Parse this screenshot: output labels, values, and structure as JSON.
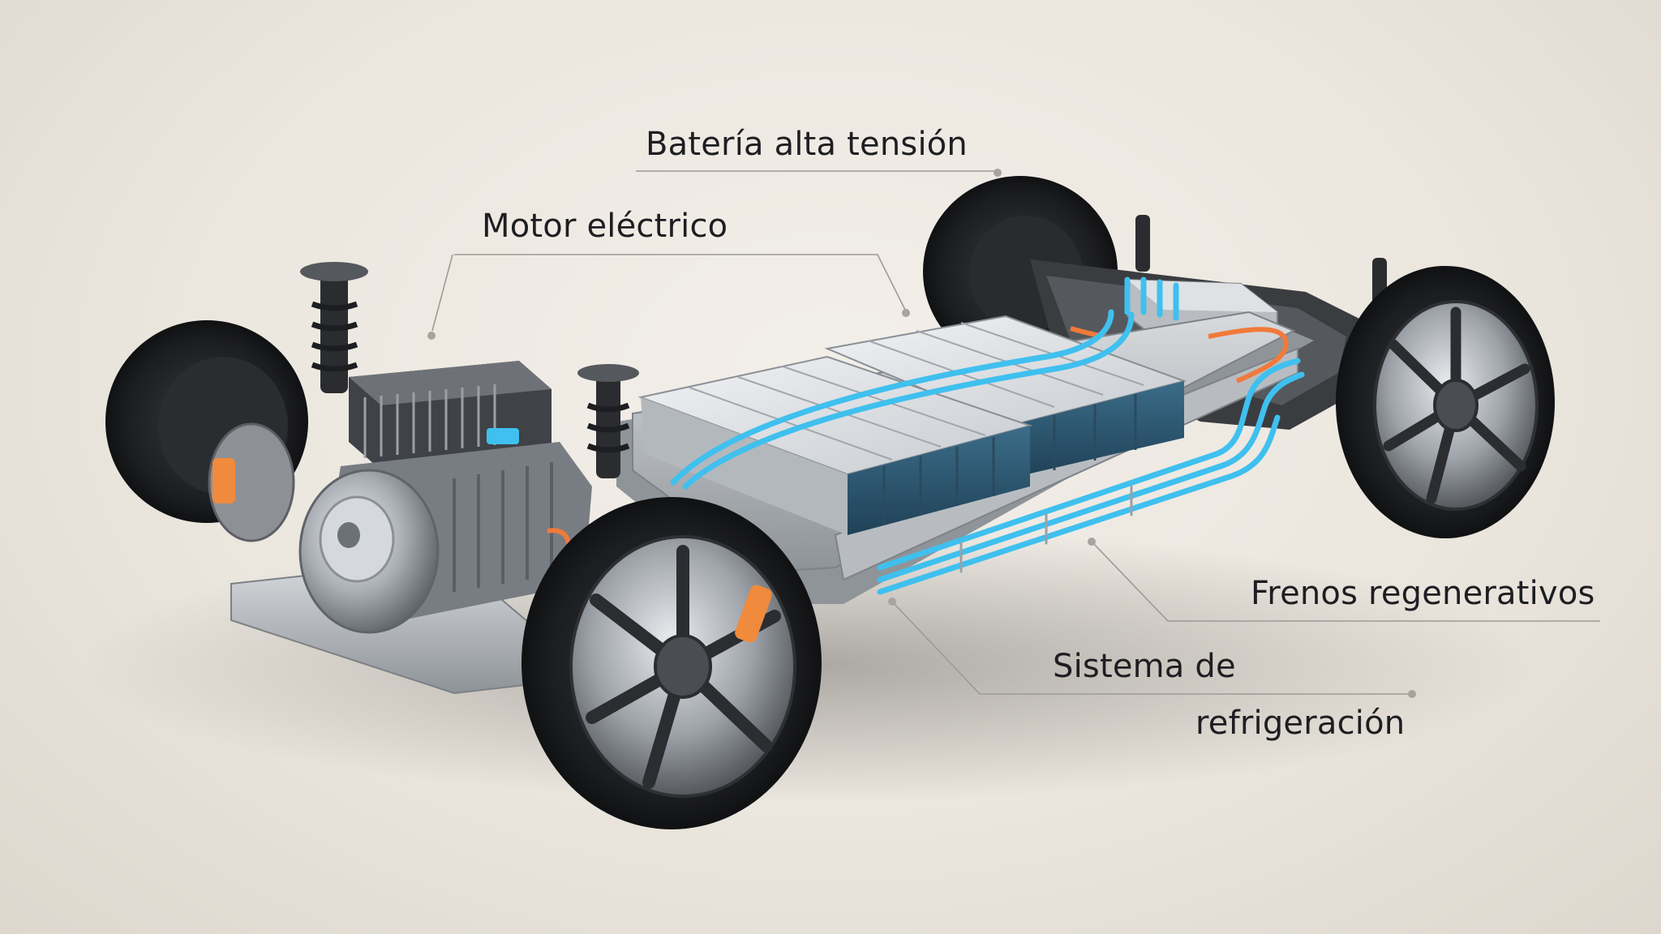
{
  "labels": {
    "battery": "Batería alta tensión",
    "motor": "Motor eléctrico",
    "brakes": "Frenos regenerativos",
    "cooling_line1": "Sistema de",
    "cooling_line2": "refrigeración"
  },
  "colors": {
    "background": "#ebe6de",
    "coolant": "#3fc0ef",
    "hv_cable": "#f07a3a",
    "caliper": "#f08a3c",
    "tire": "#1c1d20",
    "frame": "#a9adb2",
    "battery_cell": "#dcdfe2",
    "battery_side": "#2f5b74"
  },
  "icons": [
    "tire-icon",
    "rim-icon",
    "shock-absorber-icon",
    "battery-module-icon",
    "motor-icon",
    "brake-caliper-icon",
    "coolant-pipe-icon"
  ]
}
